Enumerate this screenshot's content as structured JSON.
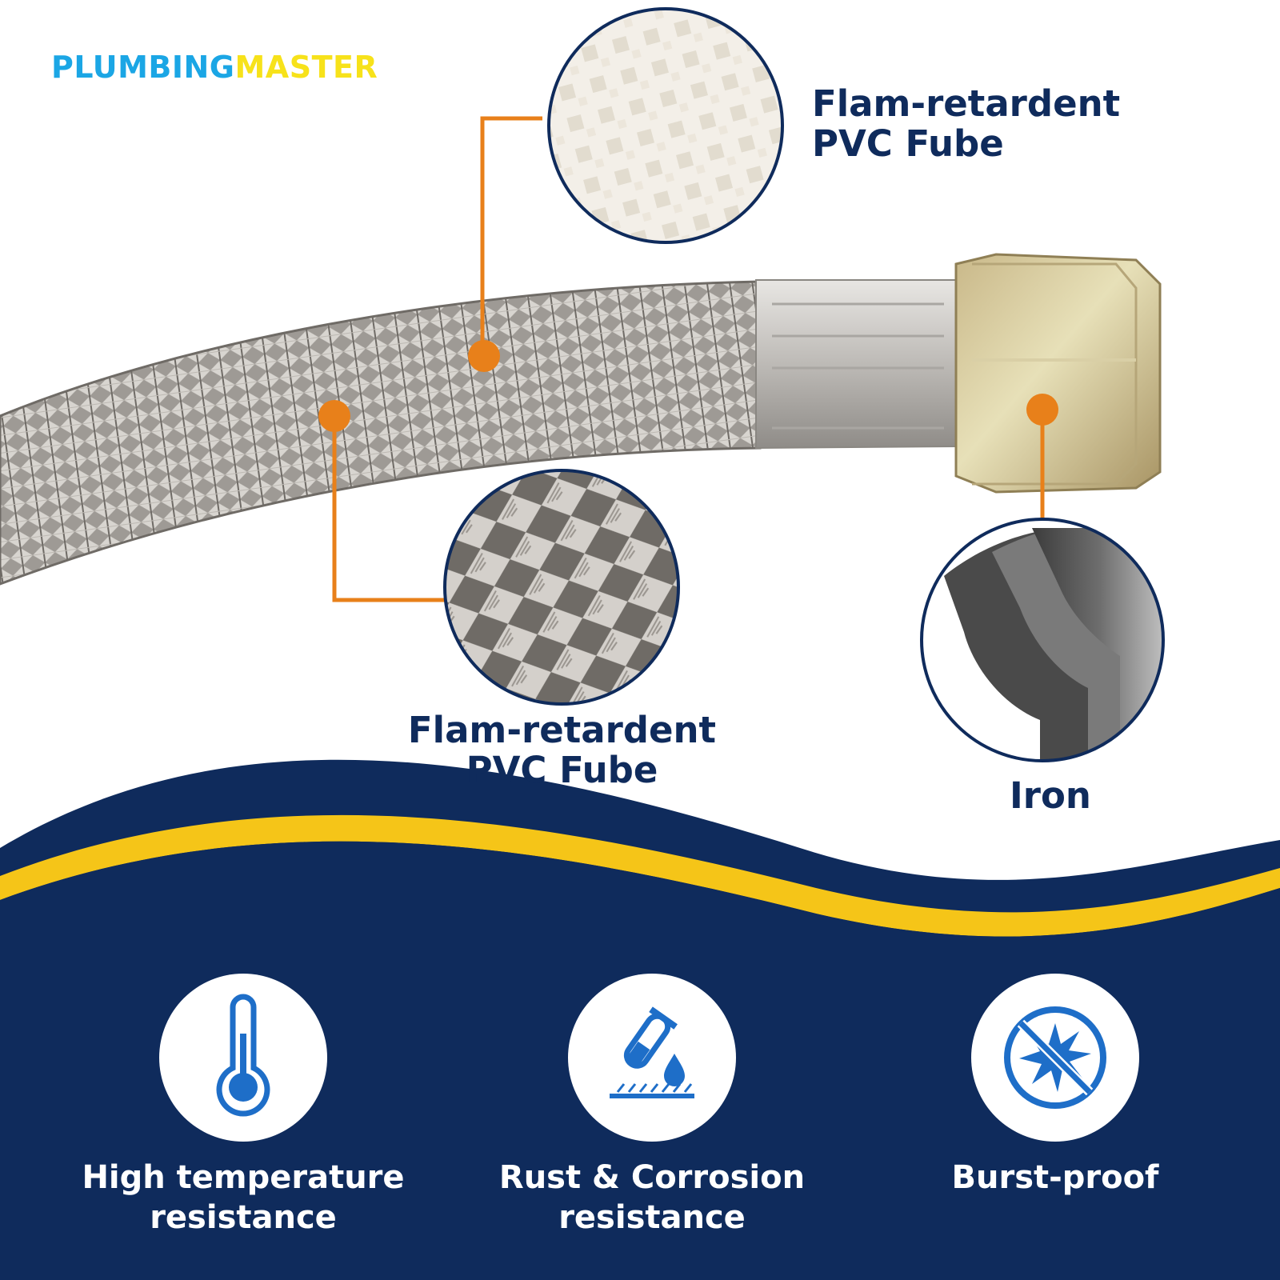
{
  "brand": {
    "part1": "PLUMBING",
    "part2": "MASTER"
  },
  "callouts": {
    "top_right": {
      "line1": "Flam-retardent",
      "line2": "PVC Fube"
    },
    "middle": {
      "line1": "Flam-retardent",
      "line2": "PVC Fube"
    },
    "iron": {
      "text": "Iron"
    }
  },
  "features": [
    {
      "line1": "High temperature",
      "line2": "resistance",
      "icon": "thermometer-icon"
    },
    {
      "line1": "Rust & Corrosion",
      "line2": "resistance",
      "icon": "chemical-drop-icon"
    },
    {
      "line1": "Burst-proof",
      "line2": "",
      "icon": "burst-prohibited-icon"
    }
  ],
  "colors": {
    "navy": "#0f2b5c",
    "yellow": "#f5c518",
    "orange": "#e8801a",
    "brand_blue": "#1ba6e5",
    "brand_yellow": "#f7e21a"
  }
}
